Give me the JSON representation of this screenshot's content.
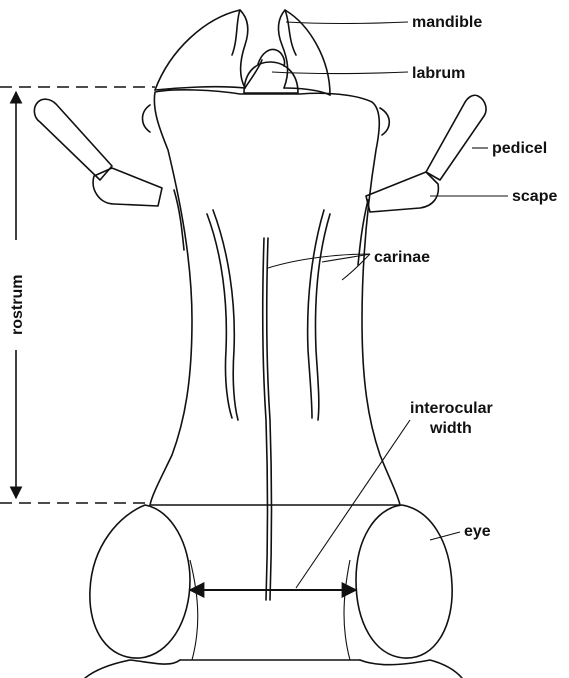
{
  "labels": {
    "mandible": "mandible",
    "labrum": "labrum",
    "pedicel": "pedicel",
    "scape": "scape",
    "carinae": "carinae",
    "interocular_line1": "interocular",
    "interocular_line2": "width",
    "eye": "eye",
    "rostrum": "rostrum"
  },
  "colors": {
    "ink": "#111111",
    "background": "#ffffff"
  }
}
